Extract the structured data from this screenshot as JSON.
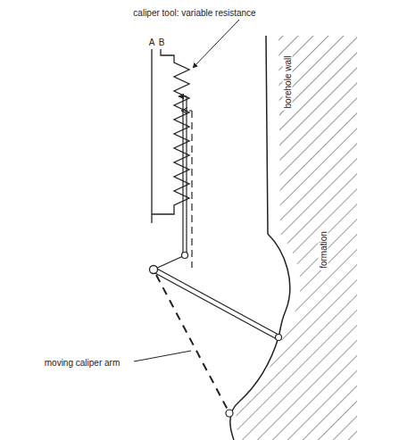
{
  "diagram": {
    "labels": [
      "caliper tool: variable resistance",
      "A",
      "B",
      "borehole wall",
      "formation",
      "moving caliper arm"
    ]
  }
}
